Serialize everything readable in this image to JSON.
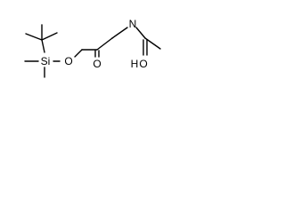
{
  "atoms": {
    "silicon": "Si",
    "ether_oxygen": "O",
    "ketone_oxygen": "O",
    "amide_nitrogen": "N",
    "amide_oxygen": "O",
    "amide_hydrogen": "H"
  }
}
